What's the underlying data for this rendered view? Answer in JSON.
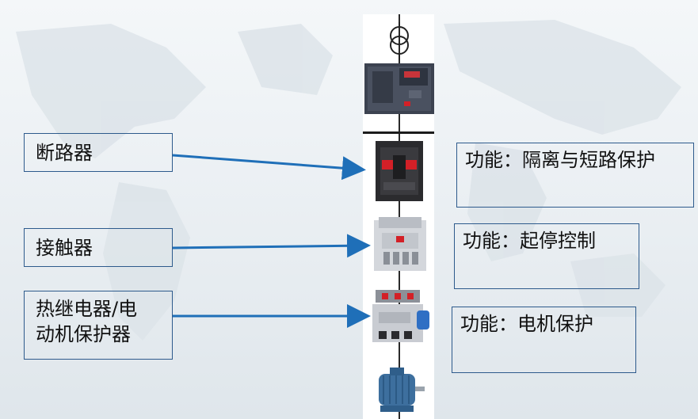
{
  "components": [
    {
      "id": "breaker",
      "label": "断路器",
      "function": "功能：隔离与短路保护"
    },
    {
      "id": "contactor",
      "label": "接触器",
      "function": "功能：起停控制"
    },
    {
      "id": "relay",
      "label": "热继电器/电动机保护器",
      "label_line1": "热继电器/电",
      "label_line2": "动机保护器",
      "function": "功能：电机保护"
    }
  ],
  "colors": {
    "arrow": "#1f6fb8",
    "box_border": "#2d5a8c",
    "breaker_red": "#d32027"
  }
}
